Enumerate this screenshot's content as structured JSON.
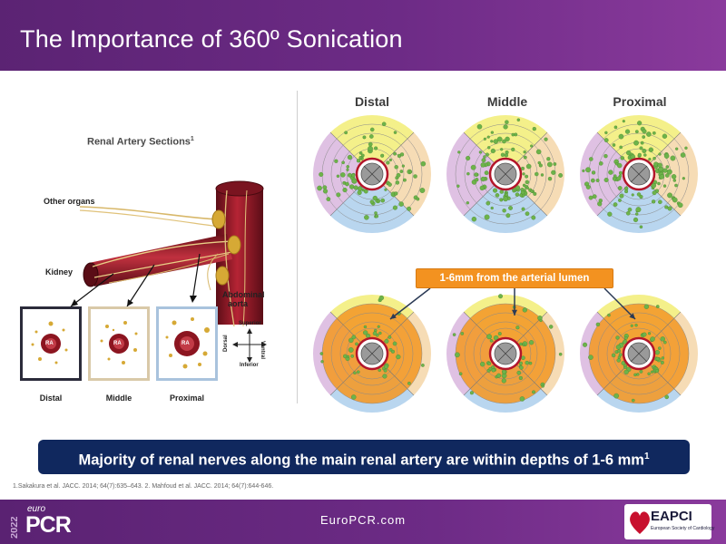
{
  "header": {
    "title": "The Importance of 360º Sonication"
  },
  "left_panel": {
    "title": "Renal Artery Sections",
    "title_sup": "1",
    "labels": {
      "other_organs": "Other organs",
      "kidney": "Kidney",
      "aorta_line1": "Abdominal",
      "aorta_line2": "aorta",
      "superior": "Superior",
      "inferior": "Inferior",
      "ventral": "Ventral",
      "dorsal": "Dorsal",
      "ra": "RA"
    },
    "sections": [
      {
        "label": "Distal",
        "border": "#2b2b3a"
      },
      {
        "label": "Middle",
        "border": "#d9c9a8"
      },
      {
        "label": "Proximal",
        "border": "#a9c3dd"
      }
    ]
  },
  "right_panel": {
    "columns": [
      "Distal",
      "Middle",
      "Proximal"
    ],
    "callout": "1-6mm from the arterial lumen",
    "quadrant_colors": {
      "superior": "#f4f08a",
      "inferior": "#b9d6ef",
      "left": "#dfc1e3",
      "right": "#f6dcb5",
      "depth_band": "#f39a2a",
      "nerves": "#6db34a",
      "lumen_ring": "#b3162a"
    }
  },
  "banner": {
    "text": "Majority of renal nerves along the main renal artery are within depths of 1-6 mm",
    "sup": "1"
  },
  "reference": "1.Sakakura et  al. JACC. 2014; 64(7):635–643. 2. Mahfoud et al. JACC. 2014; 64(7):644-646.",
  "footer": {
    "url": "EuroPCR.com",
    "year": "2022",
    "logo_small": "euro",
    "logo_big": "PCR",
    "partner": "EAPCI",
    "partner_sub": "European Society of Cardiology"
  }
}
